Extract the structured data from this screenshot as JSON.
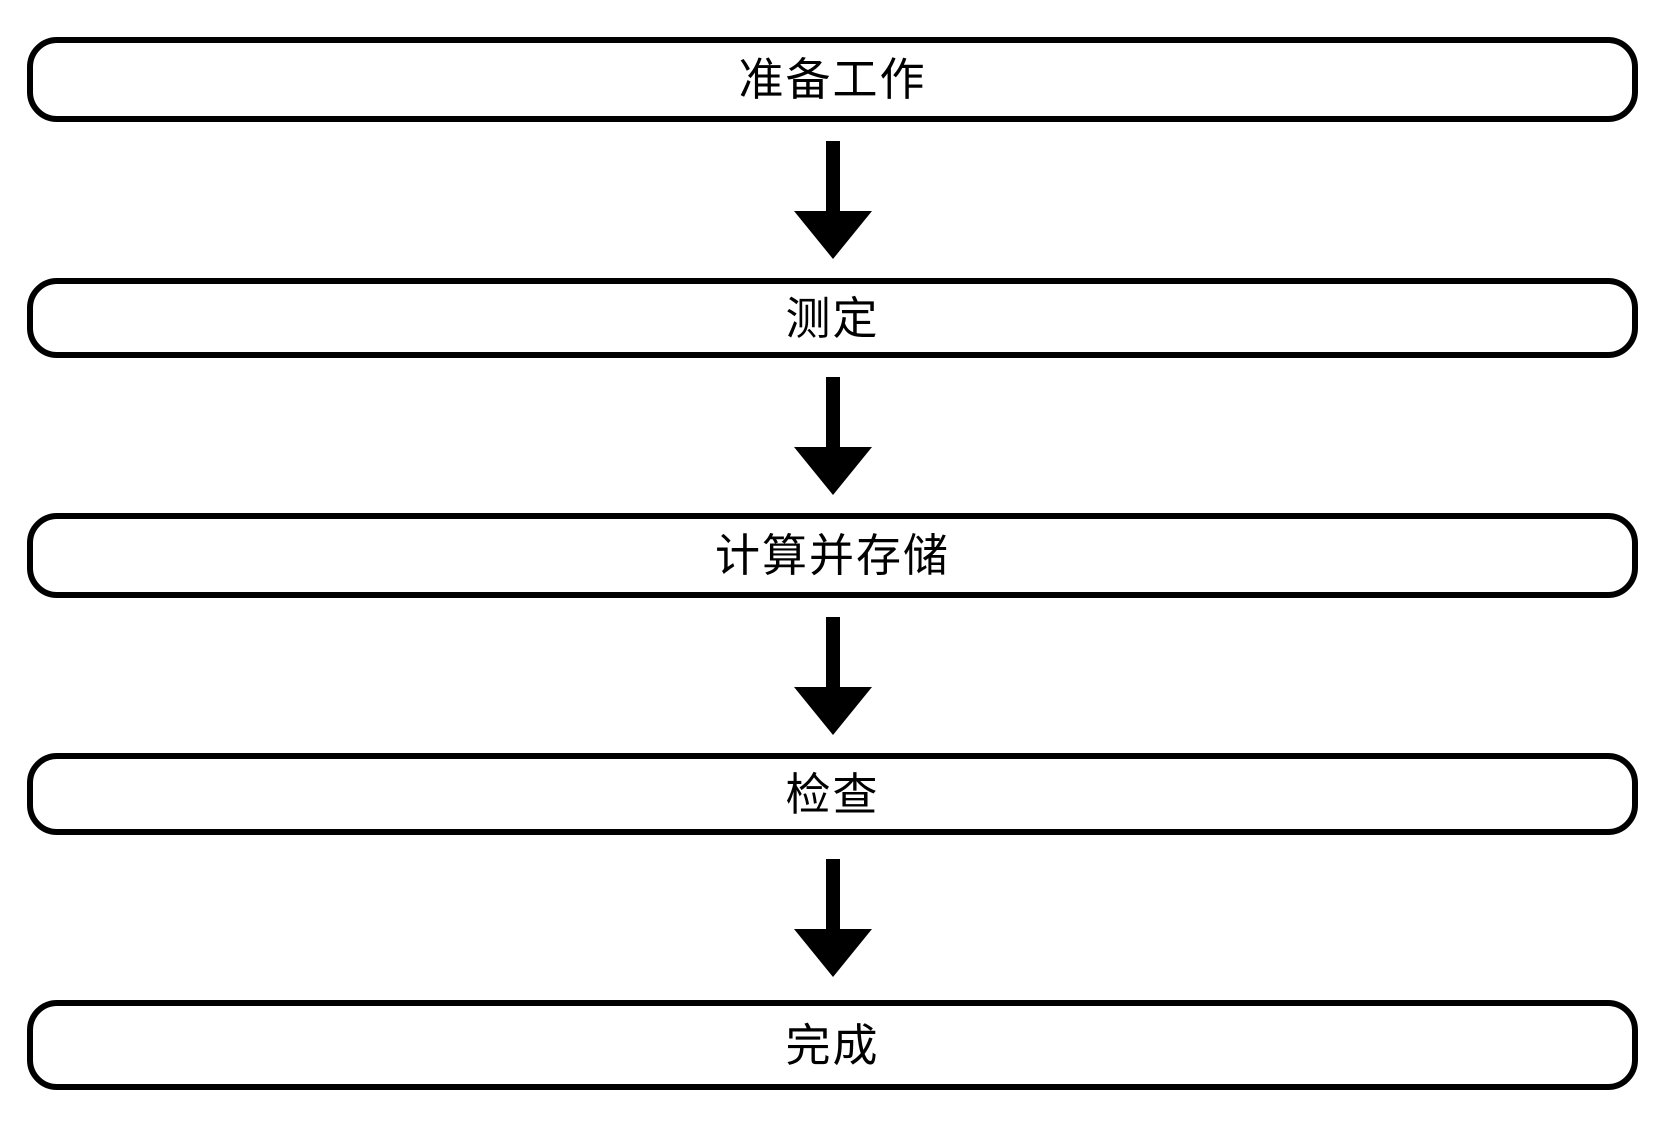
{
  "diagram": {
    "title": "",
    "type": "flowchart",
    "orientation": "vertical",
    "colors": {
      "stroke": "#000000",
      "fill": "#ffffff",
      "text": "#000000",
      "background": "#ffffff"
    },
    "nodes": [
      {
        "id": "node-1",
        "label": "准备工作",
        "shape": "rounded-rectangle"
      },
      {
        "id": "node-2",
        "label": "测定",
        "shape": "rounded-rectangle"
      },
      {
        "id": "node-3",
        "label": "计算并存储",
        "shape": "rounded-rectangle"
      },
      {
        "id": "node-4",
        "label": "检查",
        "shape": "rounded-rectangle"
      },
      {
        "id": "node-5",
        "label": "完成",
        "shape": "rounded-rectangle"
      }
    ],
    "connectors": [
      {
        "id": "arrow-1",
        "from": "node-1",
        "to": "node-2",
        "icon": "arrow-down-icon",
        "label": ""
      },
      {
        "id": "arrow-2",
        "from": "node-2",
        "to": "node-3",
        "icon": "arrow-down-icon",
        "label": ""
      },
      {
        "id": "arrow-3",
        "from": "node-3",
        "to": "node-4",
        "icon": "arrow-down-icon",
        "label": ""
      },
      {
        "id": "arrow-4",
        "from": "node-4",
        "to": "node-5",
        "icon": "arrow-down-icon",
        "label": ""
      }
    ]
  }
}
